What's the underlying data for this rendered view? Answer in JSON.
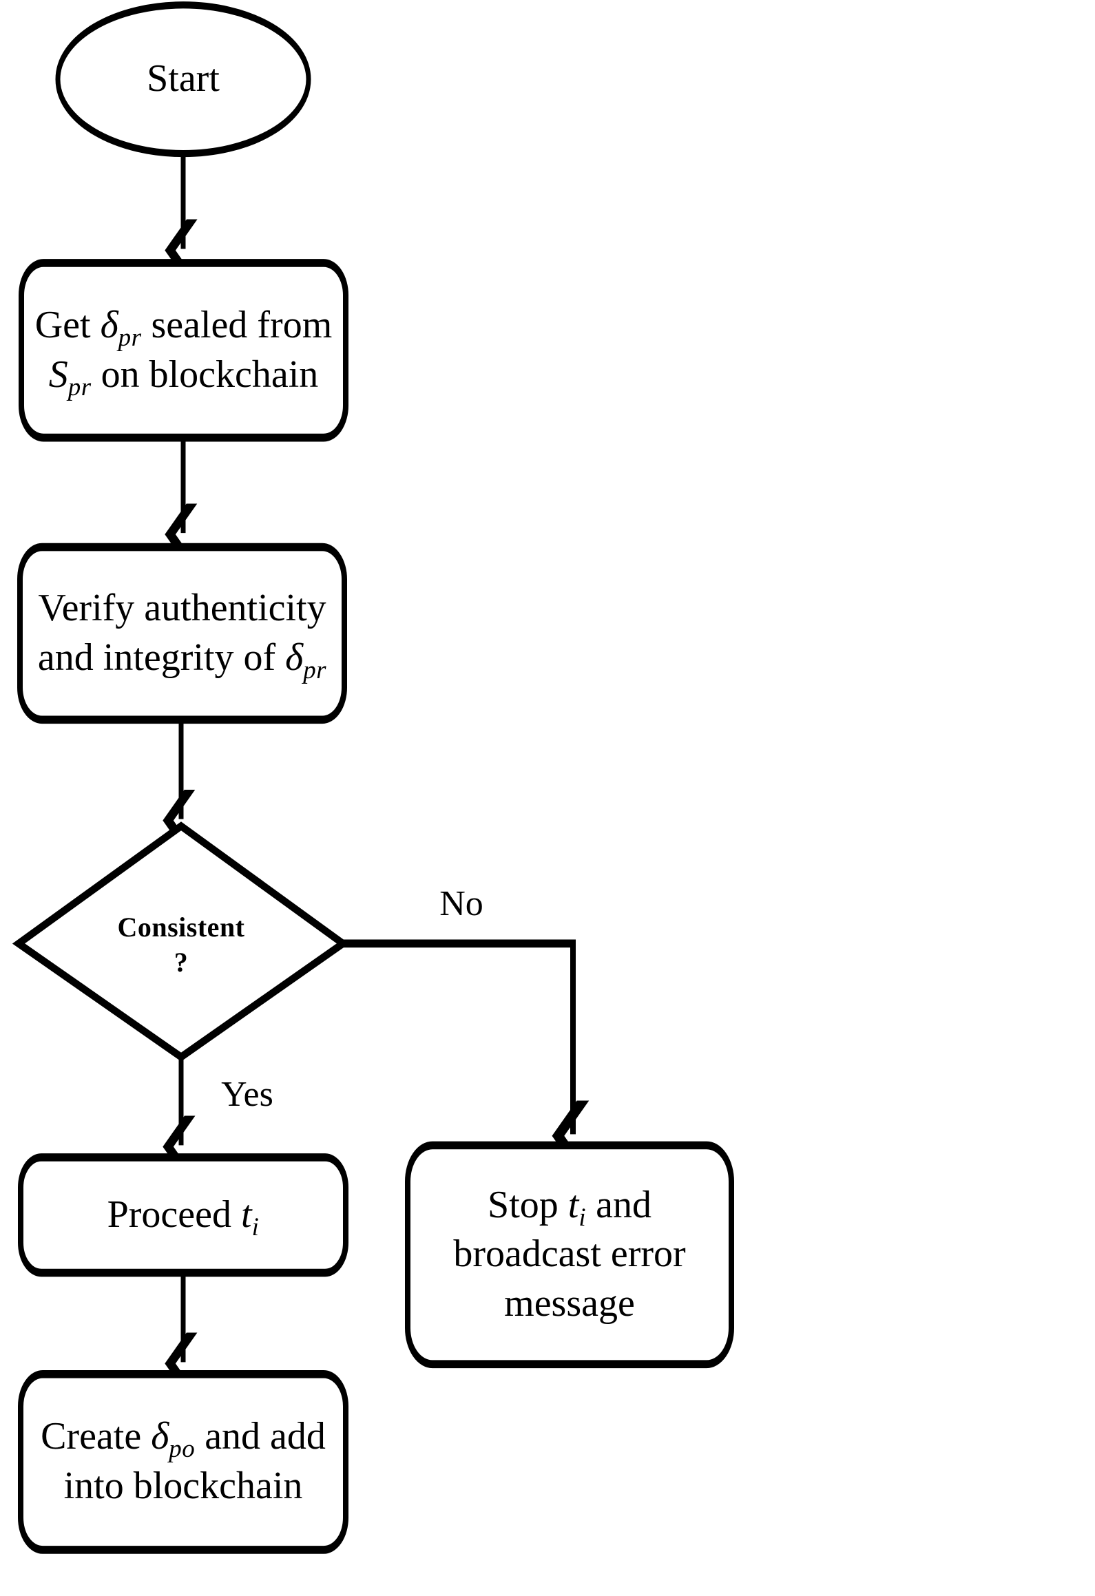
{
  "diagram": {
    "title": "Blockchain provenance verification flowchart",
    "background_color": "#ffffff",
    "stroke_color": "#000000",
    "fill_color": "#ffffff"
  },
  "nodes": {
    "start": {
      "shape": "ellipse",
      "label": "Start"
    },
    "get_sealed": {
      "shape": "rounded-rectangle",
      "line1_pre": "Get ",
      "line1_sym": "δ",
      "line1_sub": "pr",
      "line1_post": " sealed from",
      "line2_sym": "S",
      "line2_sub": "pr",
      "line2_post": " on blockchain",
      "plain": "Get δpr sealed from Spr on blockchain"
    },
    "verify": {
      "shape": "rounded-rectangle",
      "line1": "Verify authenticity",
      "line2_pre": "and integrity of ",
      "line2_sym": "δ",
      "line2_sub": "pr",
      "plain": "Verify authenticity and integrity of δpr"
    },
    "decision": {
      "shape": "diamond",
      "line1": "Consistent",
      "line2": "?",
      "plain": "Consistent ?"
    },
    "proceed": {
      "shape": "rounded-rectangle",
      "line1_pre": "Proceed ",
      "line1_sym": "t",
      "line1_sub": "i",
      "plain": "Proceed ti"
    },
    "stop_error": {
      "shape": "rounded-rectangle",
      "line1_pre": "Stop ",
      "line1_sym": "t",
      "line1_sub": "i",
      "line1_post": " and",
      "line2": "broadcast error",
      "line3": "message",
      "plain": "Stop ti and broadcast error message"
    },
    "create_po": {
      "shape": "rounded-rectangle",
      "line1_pre": "Create ",
      "line1_sym": "δ",
      "line1_sub": "po",
      "line1_post": " and add",
      "line2": "into blockchain",
      "plain": "Create δpo and add into blockchain"
    }
  },
  "edges": {
    "start_to_get": {
      "label": ""
    },
    "get_to_verify": {
      "label": ""
    },
    "verify_to_decision": {
      "label": ""
    },
    "decision_no": {
      "label": "No"
    },
    "decision_yes": {
      "label": "Yes"
    },
    "proceed_to_create": {
      "label": ""
    }
  }
}
